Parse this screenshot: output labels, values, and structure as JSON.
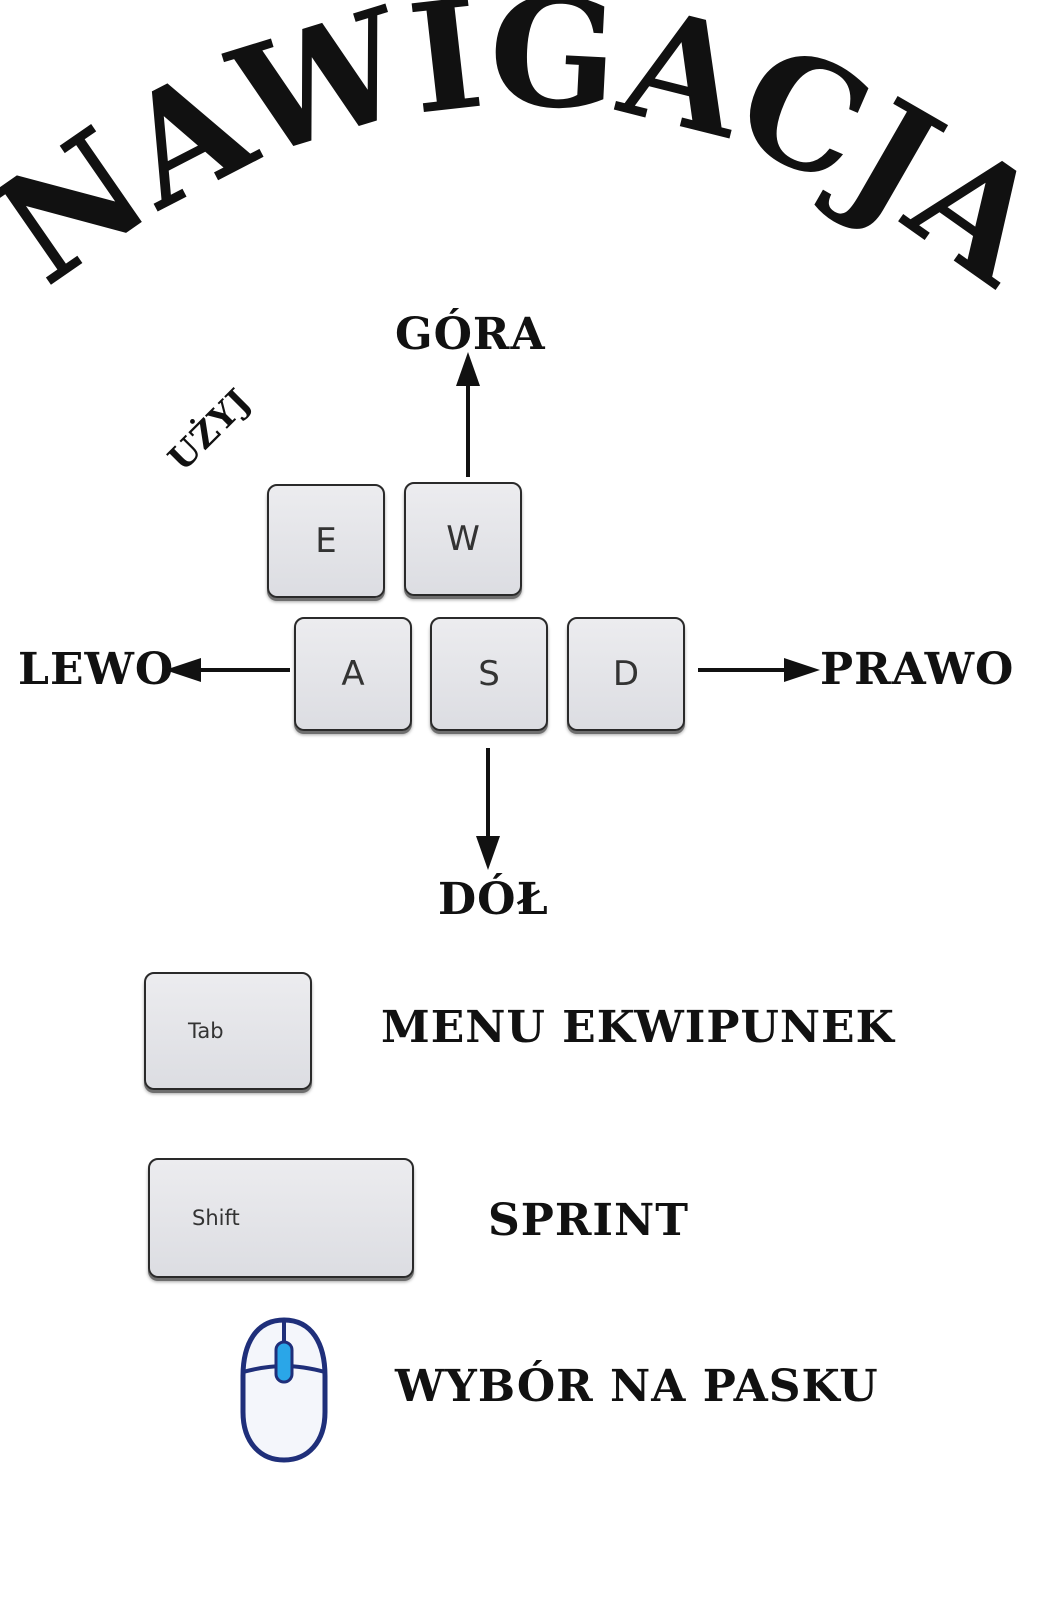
{
  "title": "NAWIGACJA",
  "directions": {
    "up": "GÓRA",
    "down": "DÓŁ",
    "left": "LEWO",
    "right": "PRAWO",
    "use": "UŻYJ"
  },
  "keys": {
    "e": "E",
    "w": "W",
    "a": "A",
    "s": "S",
    "d": "D",
    "tab": "Tab",
    "shift": "Shift"
  },
  "actions": {
    "tab": "MENU EKWIPUNEK",
    "shift": "SPRINT",
    "mouse": "WYBÓR NA PASKU"
  },
  "icons": {
    "mouse": "mouse-icon"
  },
  "colors": {
    "mouse_wheel": "#2aa6e8",
    "mouse_outline": "#1f2f7a"
  }
}
